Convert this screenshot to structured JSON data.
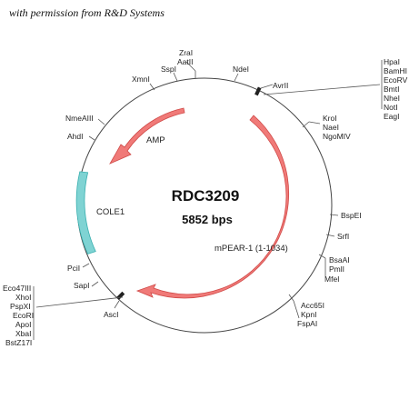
{
  "credit": "with permission from R&D Systems",
  "plasmid": {
    "name": "RDC3209",
    "size": "5852 bps"
  },
  "features": {
    "amp": "AMP",
    "cole1": "COLE1",
    "insert": "mPEAR-1 (1-1034)"
  },
  "colors": {
    "ori": "#7fd3d3",
    "ori_stroke": "#3ab0b0",
    "arrow": "#f07a78",
    "arrow_stroke": "#d04a48"
  },
  "sites": {
    "zral": "ZraI",
    "aatii": "AatII",
    "sspi": "SspI",
    "xmni": "XmnI",
    "ndei": "NdeI",
    "avrii": "AvrII",
    "right_group": [
      "HpaI",
      "BamHI",
      "EcoRV",
      "BmtI",
      "NheI",
      "NotI",
      "EagI"
    ],
    "kroi": "KroI",
    "naei": "NaeI",
    "ngomiv": "NgoMIV",
    "bspei": "BspEI",
    "srfi": "SrfI",
    "bsaai": "BsaAI",
    "pmli": "PmlI",
    "mfei": "MfeI",
    "acc65i": "Acc65I",
    "kpni": "KpnI",
    "fspai": "FspAI",
    "nmeaiii": "NmeAIII",
    "ahdi": "AhdI",
    "pcii": "PciI",
    "sapi": "SapI",
    "asci": "AscI",
    "left_group": [
      "Eco47III",
      "XhoI",
      "PspXI",
      "EcoRI",
      "ApoI",
      "XbaI",
      "BstZ17I"
    ]
  }
}
